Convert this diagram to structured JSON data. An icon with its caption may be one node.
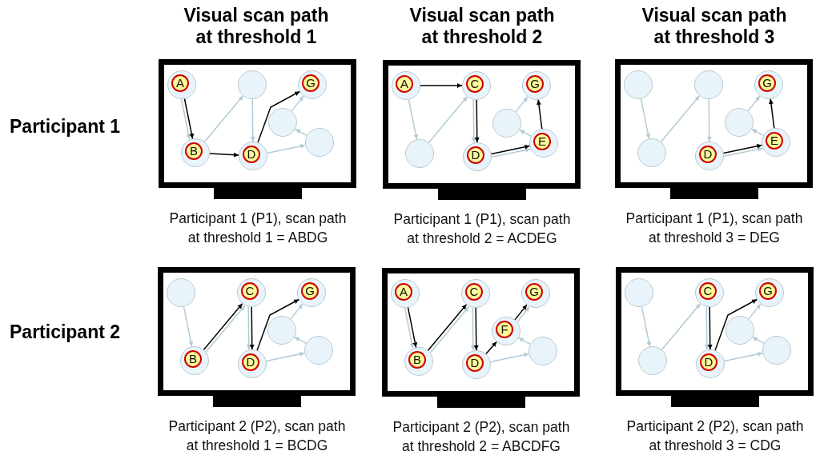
{
  "diagram": {
    "nodes": [
      {
        "text": [],
        "shape": "monitor",
        "beside": [
          "Participant 1 (P1), scan path at threshold 1 = ABDG"
        ]
      },
      {
        "text": [
          "A"
        ],
        "in": 0
      },
      {
        "text": [],
        "shape": "circle",
        "in": 0
      },
      {
        "text": [
          "G"
        ],
        "in": 0
      },
      {
        "text": [],
        "shape": "circle",
        "in": 0
      },
      {
        "text": [
          "B"
        ],
        "in": 0
      },
      {
        "text": [
          "D"
        ],
        "in": 0
      },
      {
        "text": [],
        "shape": "circle",
        "in": 0
      },
      {
        "text": [],
        "shape": "monitor",
        "beside": [
          "Participant 1 (P1), scan path at threshold 2 = ACDEG"
        ]
      },
      {
        "text": [
          "A"
        ],
        "in": 8
      },
      {
        "text": [
          "C"
        ],
        "in": 8
      },
      {
        "text": [
          "G"
        ],
        "in": 8
      },
      {
        "text": [],
        "shape": "circle",
        "in": 8
      },
      {
        "text": [],
        "shape": "circle",
        "in": 8
      },
      {
        "text": [
          "D"
        ],
        "in": 8
      },
      {
        "text": [
          "E"
        ],
        "in": 8
      },
      {
        "text": [],
        "shape": "monitor",
        "beside": [
          "Participant 1 (P1), scan path at threshold 3 = DEG"
        ]
      },
      {
        "text": [],
        "shape": "circle",
        "in": 16
      },
      {
        "text": [],
        "shape": "circle",
        "in": 16
      },
      {
        "text": [
          "G"
        ],
        "in": 16
      },
      {
        "text": [],
        "shape": "circle",
        "in": 16
      },
      {
        "text": [],
        "shape": "circle",
        "in": 16
      },
      {
        "text": [
          "D"
        ],
        "in": 16
      },
      {
        "text": [
          "E"
        ],
        "in": 16
      },
      {
        "text": [],
        "shape": "monitor",
        "beside": [
          "Participant 2 (P2), scan path at threshold 1 = BCDG"
        ]
      },
      {
        "text": [],
        "shape": "circle",
        "in": 24
      },
      {
        "text": [
          "C"
        ],
        "in": 24
      },
      {
        "text": [
          "G"
        ],
        "in": 24
      },
      {
        "text": [],
        "shape": "circle",
        "in": 24
      },
      {
        "text": [
          "B"
        ],
        "in": 24
      },
      {
        "text": [
          "D"
        ],
        "in": 24
      },
      {
        "text": [],
        "shape": "circle",
        "in": 24
      },
      {
        "text": [],
        "shape": "monitor",
        "beside": [
          "Participant 2 (P2), scan path at threshold 2 = ABCDFG"
        ]
      },
      {
        "text": [
          "A"
        ],
        "in": 32
      },
      {
        "text": [
          "C"
        ],
        "in": 32
      },
      {
        "text": [
          "G"
        ],
        "in": 32
      },
      {
        "text": [
          "F"
        ],
        "in": 32
      },
      {
        "text": [
          "B"
        ],
        "in": 32
      },
      {
        "text": [
          "D"
        ],
        "in": 32
      },
      {
        "text": [],
        "shape": "circle",
        "in": 32
      },
      {
        "text": [],
        "shape": "monitor",
        "beside": [
          "Participant 2 (P2), scan path at threshold 3 = CDG"
        ]
      },
      {
        "text": [],
        "shape": "circle",
        "in": 40
      },
      {
        "text": [
          "C"
        ],
        "in": 40
      },
      {
        "text": [
          "G"
        ],
        "in": 40
      },
      {
        "text": [],
        "shape": "circle",
        "in": 40
      },
      {
        "text": [],
        "shape": "circle",
        "in": 40
      },
      {
        "text": [
          "D"
        ],
        "in": 40
      },
      {
        "text": [],
        "shape": "circle",
        "in": 40
      }
    ],
    "edges": [
      {
        "from": 1,
        "to": 5,
        "arrow": "to"
      },
      {
        "from": 5,
        "to": 2,
        "arrow": "to"
      },
      {
        "from": 2,
        "to": 6,
        "arrow": "to"
      },
      {
        "from": 6,
        "to": 7,
        "arrow": "to"
      },
      {
        "from": 7,
        "to": 4,
        "arrow": "to"
      },
      {
        "from": 4,
        "to": 3,
        "arrow": "to"
      },
      {
        "from": 1,
        "to": 5,
        "arrow": "to",
        "color": "#000000"
      },
      {
        "from": 5,
        "to": 6,
        "arrow": "to",
        "color": "#000000"
      },
      {
        "from": 6,
        "to": 3,
        "arrow": "to",
        "color": "#000000"
      },
      {
        "from": 9,
        "to": 13,
        "arrow": "to"
      },
      {
        "from": 13,
        "to": 10,
        "arrow": "to"
      },
      {
        "from": 10,
        "to": 14,
        "arrow": "to"
      },
      {
        "from": 14,
        "to": 15,
        "arrow": "to"
      },
      {
        "from": 15,
        "to": 12,
        "arrow": "to"
      },
      {
        "from": 12,
        "to": 11,
        "arrow": "to"
      },
      {
        "from": 9,
        "to": 10,
        "arrow": "to",
        "color": "#000000"
      },
      {
        "from": 10,
        "to": 14,
        "arrow": "to",
        "color": "#000000"
      },
      {
        "from": 14,
        "to": 15,
        "arrow": "to",
        "color": "#000000"
      },
      {
        "from": 15,
        "to": 11,
        "arrow": "to",
        "color": "#000000"
      },
      {
        "from": 17,
        "to": 21,
        "arrow": "to"
      },
      {
        "from": 21,
        "to": 18,
        "arrow": "to"
      },
      {
        "from": 18,
        "to": 22,
        "arrow": "to"
      },
      {
        "from": 22,
        "to": 23,
        "arrow": "to"
      },
      {
        "from": 23,
        "to": 20,
        "arrow": "to"
      },
      {
        "from": 20,
        "to": 19,
        "arrow": "to"
      },
      {
        "from": 22,
        "to": 23,
        "arrow": "to",
        "color": "#000000"
      },
      {
        "from": 23,
        "to": 19,
        "arrow": "to",
        "color": "#000000"
      },
      {
        "from": 25,
        "to": 29,
        "arrow": "to"
      },
      {
        "from": 29,
        "to": 26,
        "arrow": "to"
      },
      {
        "from": 26,
        "to": 30,
        "arrow": "to"
      },
      {
        "from": 30,
        "to": 31,
        "arrow": "to"
      },
      {
        "from": 31,
        "to": 28,
        "arrow": "to"
      },
      {
        "from": 28,
        "to": 27,
        "arrow": "to"
      },
      {
        "from": 29,
        "to": 26,
        "arrow": "to",
        "color": "#000000"
      },
      {
        "from": 26,
        "to": 30,
        "arrow": "to",
        "color": "#000000"
      },
      {
        "from": 30,
        "to": 27,
        "arrow": "to",
        "color": "#000000"
      },
      {
        "from": 33,
        "to": 37,
        "arrow": "to"
      },
      {
        "from": 37,
        "to": 34,
        "arrow": "to"
      },
      {
        "from": 34,
        "to": 38,
        "arrow": "to"
      },
      {
        "from": 38,
        "to": 39,
        "arrow": "to"
      },
      {
        "from": 39,
        "to": 36,
        "arrow": "to"
      },
      {
        "from": 36,
        "to": 35,
        "arrow": "to"
      },
      {
        "from": 33,
        "to": 37,
        "arrow": "to",
        "color": "#000000"
      },
      {
        "from": 37,
        "to": 34,
        "arrow": "to",
        "color": "#000000"
      },
      {
        "from": 34,
        "to": 38,
        "arrow": "to",
        "color": "#000000"
      },
      {
        "from": 38,
        "to": 36,
        "arrow": "to",
        "color": "#000000"
      },
      {
        "from": 36,
        "to": 35,
        "arrow": "to",
        "color": "#000000"
      },
      {
        "from": 41,
        "to": 45,
        "arrow": "to"
      },
      {
        "from": 45,
        "to": 42,
        "arrow": "to"
      },
      {
        "from": 42,
        "to": 46,
        "arrow": "to"
      },
      {
        "from": 46,
        "to": 47,
        "arrow": "to"
      },
      {
        "from": 47,
        "to": 44,
        "arrow": "to"
      },
      {
        "from": 44,
        "to": 43,
        "arrow": "to"
      },
      {
        "from": 42,
        "to": 46,
        "arrow": "to",
        "color": "#000000"
      },
      {
        "from": 46,
        "to": 43,
        "arrow": "to",
        "color": "#000000"
      }
    ],
    "labels": [
      "Visual scan path at threshold 1",
      "Visual scan path at threshold 2",
      "Visual scan path at threshold 3",
      "Participant 1",
      "Participant 2"
    ]
  }
}
